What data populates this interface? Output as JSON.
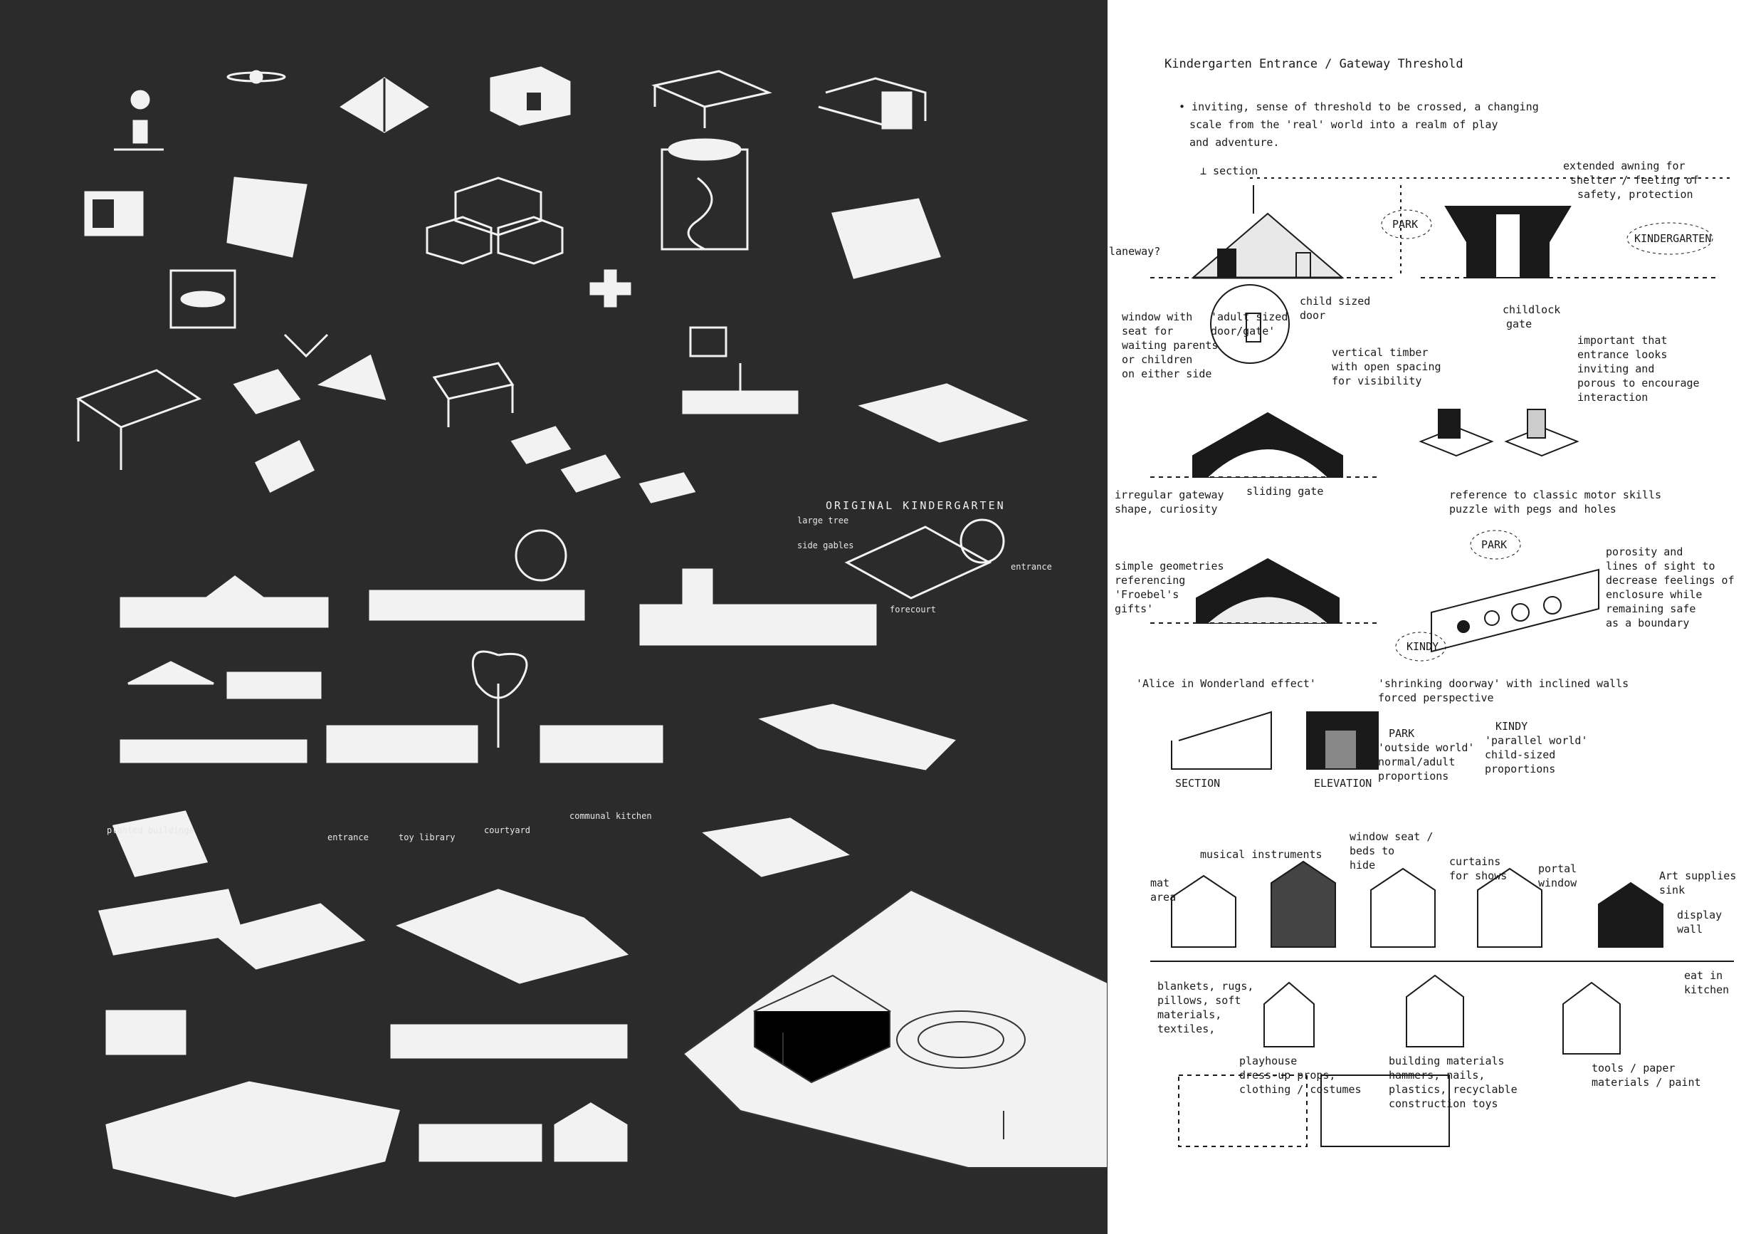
{
  "colors": {
    "dark_panel": "#2b2b2b",
    "sketch_white": "#f2f2f2",
    "ink": "#1a1a1a",
    "paper": "#ffffff"
  },
  "left_panel": {
    "heading": "ORIGINAL KINDERGARTEN",
    "labels": [
      "large tree",
      "side gables",
      "entrance",
      "forecourt",
      "planted buildings",
      "entrance",
      "toy library",
      "courtyard",
      "communal kitchen"
    ]
  },
  "right_panel": {
    "title": "Kindergarten Entrance / Gateway Threshold",
    "intro": [
      "• inviting, sense of threshold to be crossed, a changing",
      "scale from the 'real' world into a realm of play",
      "and adventure."
    ],
    "section1": {
      "section_mark": "⊥ section",
      "awning": [
        "extended awning for",
        "shelter / feeling of",
        "safety, protection"
      ],
      "laneway": "laneway?",
      "park_tag": "PARK",
      "kinder_tag": "KINDERGARTEN",
      "window": [
        "window with",
        "seat for",
        "waiting parents",
        "or children",
        "on either side"
      ],
      "adult_door": [
        "'adult sized",
        "door/gate'"
      ],
      "child_door": [
        "child sized",
        "door"
      ],
      "childlock": [
        "childlock",
        "gate"
      ],
      "timber": [
        "vertical timber",
        "with open spacing",
        "for visibility"
      ],
      "important": [
        "important that",
        "entrance looks",
        "inviting and",
        "porous to encourage",
        "interaction"
      ]
    },
    "section2": {
      "irregular": [
        "irregular gateway",
        "shape, curiosity"
      ],
      "sliding": "sliding gate",
      "reference": [
        "reference to classic motor skills",
        "puzzle with pegs and holes"
      ]
    },
    "section3": {
      "geometric": [
        "simple geometries",
        "referencing",
        "'Froebel's",
        "gifts'"
      ],
      "park_tag": "PARK",
      "kindy_tag": "KINDY",
      "porosity": [
        "porosity and",
        "lines of sight to",
        "decrease feelings of",
        "enclosure while",
        "remaining safe",
        "as a boundary"
      ]
    },
    "section4": {
      "alice": "'Alice in Wonderland effect'",
      "shrinking": [
        "'shrinking doorway' with inclined walls",
        "forced perspective"
      ],
      "section_label": "SECTION",
      "elevation_label": "ELEVATION",
      "park": [
        "PARK",
        "'outside world'",
        "normal/adult",
        "proportions"
      ],
      "kindy": [
        "KINDY",
        "'parallel world'",
        "child-sized",
        "proportions"
      ]
    },
    "section5": {
      "mat": [
        "mat",
        "area"
      ],
      "musical": "musical instruments",
      "window_seat": [
        "window seat /",
        "beds to",
        "hide"
      ],
      "curtains": [
        "curtains",
        "for shows"
      ],
      "portal": [
        "portal",
        "window"
      ],
      "art": [
        "Art supplies",
        "sink"
      ],
      "display": [
        "display",
        "wall"
      ],
      "kitchen": [
        "eat in",
        "kitchen"
      ],
      "blankets": [
        "blankets, rugs,",
        "pillows, soft",
        "materials,",
        "textiles,"
      ],
      "playhouse": [
        "playhouse",
        "dress-up props,",
        "clothing / costumes"
      ],
      "building": [
        "building materials",
        "hammers, nails,",
        "plastics, recyclable",
        "construction toys"
      ],
      "tools": [
        "tools / paper",
        "materials / paint"
      ]
    }
  }
}
